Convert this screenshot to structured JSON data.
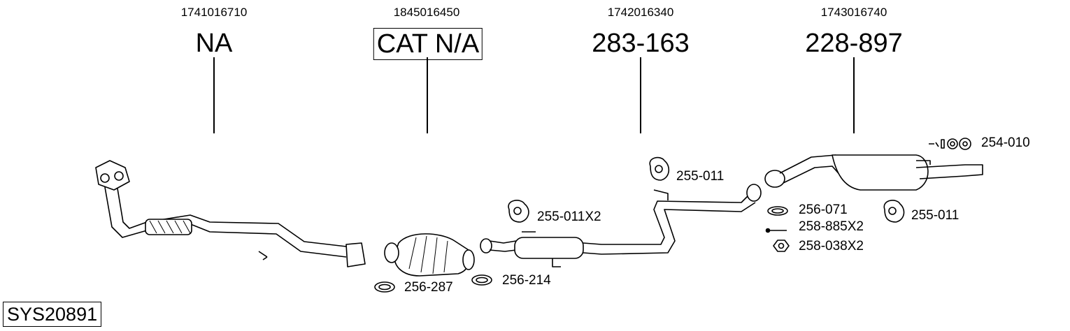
{
  "system_code": "SYS20891",
  "sections": [
    {
      "oem": "1741016710",
      "part": "NA",
      "boxed": false
    },
    {
      "oem": "1845016450",
      "part": "CAT N/A",
      "boxed": true
    },
    {
      "oem": "1742016340",
      "part": "283-163",
      "boxed": false
    },
    {
      "oem": "1743016740",
      "part": "228-897",
      "boxed": false
    }
  ],
  "callouts": {
    "rubber_254": "254-010",
    "hanger_255_a": "255-011",
    "hanger_255_x2": "255-011X2",
    "gasket_256_071": "256-071",
    "bolt_258_885": "258-885X2",
    "nut_258_038": "258-038X2",
    "hanger_255_b": "255-011",
    "gasket_256_287": "256-287",
    "gasket_256_214": "256-214"
  }
}
